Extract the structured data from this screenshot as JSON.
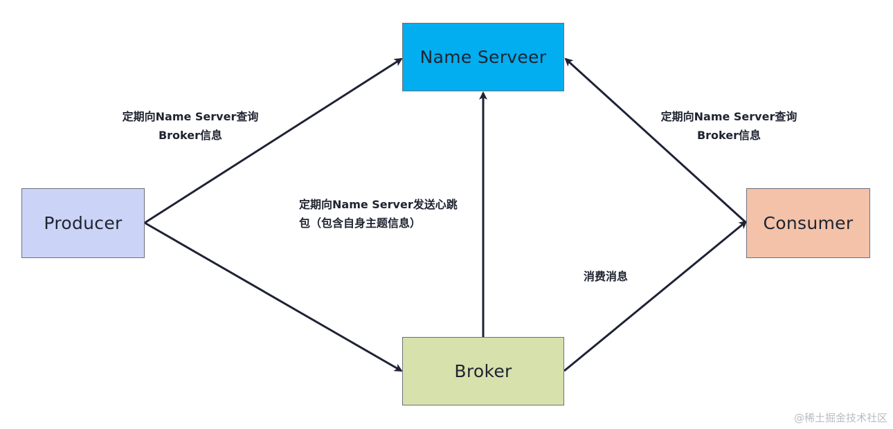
{
  "diagram": {
    "nodes": {
      "nameserver": {
        "label": "Name Serveer",
        "color": "#02AEEF"
      },
      "producer": {
        "label": "Producer",
        "color": "#CBD3F6"
      },
      "consumer": {
        "label": "Consumer",
        "color": "#F3C2A9"
      },
      "broker": {
        "label": "Broker",
        "color": "#D6E1AC"
      }
    },
    "labels": {
      "producer_query": [
        "定期向Name Server查询",
        "Broker信息"
      ],
      "consumer_query": [
        "定期向Name Server查询",
        "Broker信息"
      ],
      "heartbeat": [
        "定期向Name Server发送心跳",
        "包（包含自身主题信息）"
      ],
      "consume": [
        "消费消息"
      ]
    },
    "edges": [
      {
        "from": "producer",
        "to": "nameserver"
      },
      {
        "from": "producer",
        "to": "broker"
      },
      {
        "from": "broker",
        "to": "nameserver"
      },
      {
        "from": "broker",
        "to": "consumer"
      },
      {
        "from": "consumer",
        "to": "nameserver"
      }
    ],
    "edge_color": "#1E2235"
  },
  "watermark": "@稀土掘金技术社区"
}
